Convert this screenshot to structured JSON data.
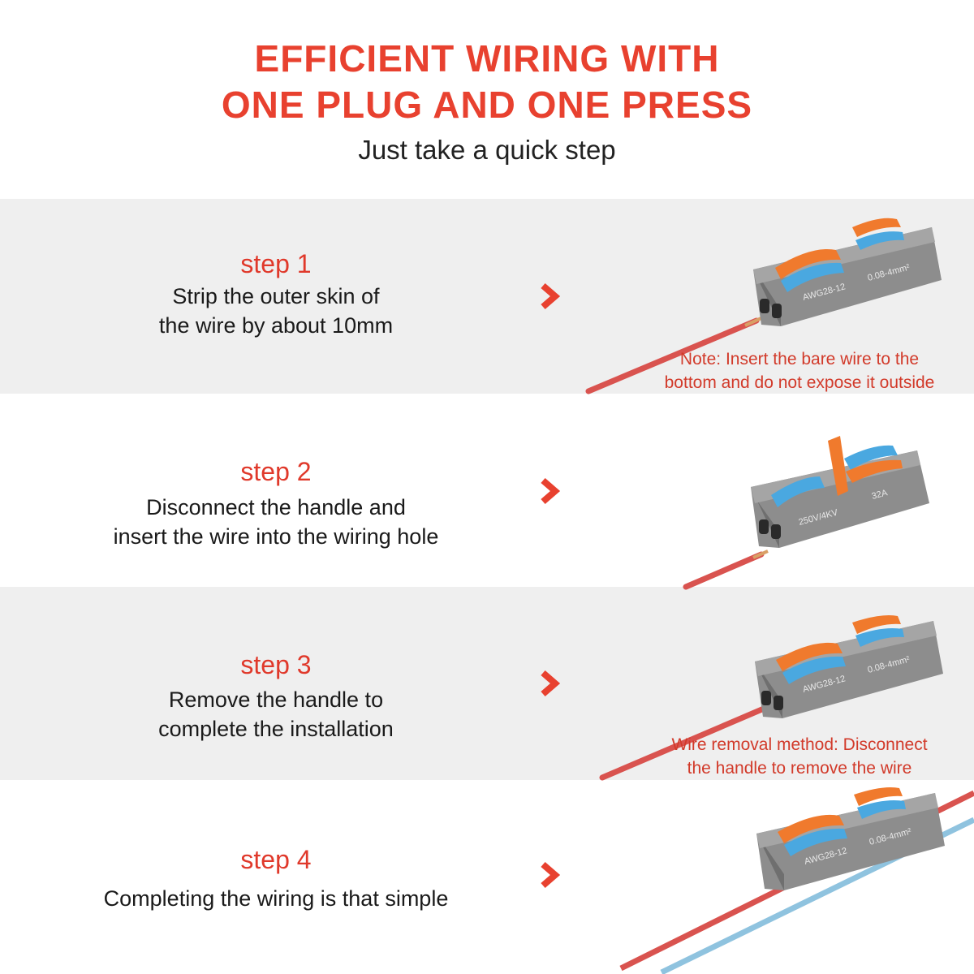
{
  "header": {
    "title_line1": "EFFICIENT WIRING WITH",
    "title_line2": "ONE PLUG AND ONE PRESS",
    "subtitle": "Just take a quick step"
  },
  "steps": [
    {
      "label": "step 1",
      "desc_line1": "Strip the outer skin of",
      "desc_line2": "the wire by about 10mm",
      "note_line1": "Note: Insert the bare wire to the",
      "note_line2": "bottom and do not expose it outside",
      "connector_marking_left": "AWG28-12",
      "connector_marking_right": "0.08-4mm²"
    },
    {
      "label": "step 2",
      "desc_line1": "Disconnect the handle and",
      "desc_line2": "insert the wire into the wiring hole",
      "connector_marking_left": "250V/4KV",
      "connector_marking_right": "32A"
    },
    {
      "label": "step 3",
      "desc_line1": "Remove the handle to",
      "desc_line2": "complete the installation",
      "note_line1": "Wire removal method: Disconnect",
      "note_line2": "the handle to remove the wire",
      "connector_marking_left": "AWG28-12",
      "connector_marking_right": "0.08-4mm²"
    },
    {
      "label": "step 4",
      "desc_line1": "Completing the wiring is that simple",
      "connector_marking_left": "AWG28-12",
      "connector_marking_right": "0.08-4mm²"
    }
  ],
  "icons": {
    "chevron": "chevron-right-icon",
    "connector": "wire-connector-icon"
  },
  "colors": {
    "title_red": "#e8412f",
    "step_red": "#e0392b",
    "band_grey": "#efefef",
    "connector_grey": "#8d8d8d",
    "lever_orange": "#f07a2d",
    "lever_blue": "#4aa8e0",
    "wire_red": "#d9534f",
    "wire_blue": "#8fc3df",
    "copper": "#d9a066"
  }
}
